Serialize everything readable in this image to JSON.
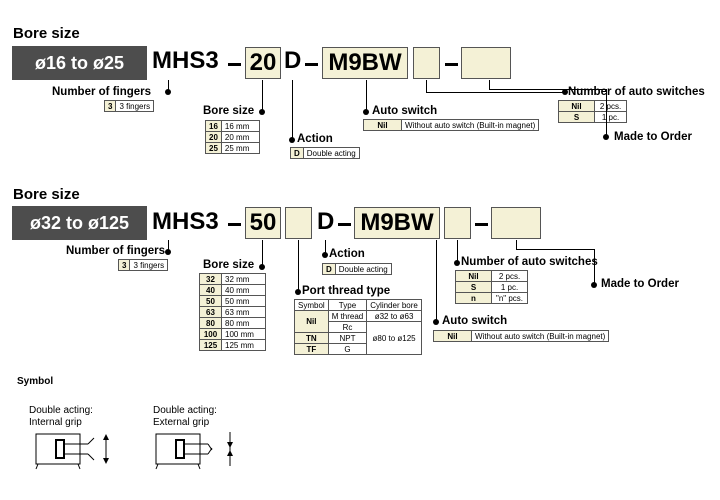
{
  "section1": {
    "bore_label": "Bore size",
    "range": "ø16 to ø25",
    "model": "MHS3",
    "bore_code": "20",
    "action_code": "D",
    "switch_code": "M9BW",
    "fingers_label": "Number of fingers",
    "fingers": {
      "code": "3",
      "desc": "3 fingers"
    },
    "bore_size_label": "Bore size",
    "bores": [
      {
        "code": "16",
        "desc": "16 mm"
      },
      {
        "code": "20",
        "desc": "20 mm"
      },
      {
        "code": "25",
        "desc": "25 mm"
      }
    ],
    "action_label": "Action",
    "action": {
      "code": "D",
      "desc": "Double acting"
    },
    "auto_switch_label": "Auto switch",
    "auto_switch": {
      "code": "Nil",
      "desc": "Without auto switch (Built-in magnet)"
    },
    "num_switches_label": "Number of auto switches",
    "num_switches": [
      {
        "code": "Nil",
        "desc": "2 pcs."
      },
      {
        "code": "S",
        "desc": "1 pc."
      }
    ],
    "mto_label": "Made to Order"
  },
  "section2": {
    "bore_label": "Bore size",
    "range": "ø32 to ø125",
    "model": "MHS3",
    "bore_code": "50",
    "action_code": "D",
    "switch_code": "M9BW",
    "fingers_label": "Number of fingers",
    "fingers": {
      "code": "3",
      "desc": "3 fingers"
    },
    "bore_size_label": "Bore size",
    "bores": [
      {
        "code": "32",
        "desc": "32 mm"
      },
      {
        "code": "40",
        "desc": "40 mm"
      },
      {
        "code": "50",
        "desc": "50 mm"
      },
      {
        "code": "63",
        "desc": "63 mm"
      },
      {
        "code": "80",
        "desc": "80 mm"
      },
      {
        "code": "100",
        "desc": "100 mm"
      },
      {
        "code": "125",
        "desc": "125 mm"
      }
    ],
    "action_label": "Action",
    "action": {
      "code": "D",
      "desc": "Double acting"
    },
    "port_label": "Port thread type",
    "port_headers": [
      "Symbol",
      "Type",
      "Cylinder bore"
    ],
    "port_rows": {
      "nil": "Nil",
      "m_thread": "M thread",
      "m_bore": "ø32 to ø63",
      "rc": "Rc",
      "tn": "TN",
      "npt": "NPT",
      "big_bore": "ø80 to ø125",
      "tf": "TF",
      "g": "G"
    },
    "auto_switch_label": "Auto switch",
    "auto_switch": {
      "code": "Nil",
      "desc": "Without auto switch (Built-in magnet)"
    },
    "num_switches_label": "Number of auto switches",
    "num_switches": [
      {
        "code": "Nil",
        "desc": "2 pcs."
      },
      {
        "code": "S",
        "desc": "1 pc."
      },
      {
        "code": "n",
        "desc": "\"n\" pcs."
      }
    ],
    "mto_label": "Made to Order"
  },
  "symbol": {
    "title": "Symbol",
    "internal": {
      "line1": "Double acting:",
      "line2": "Internal grip"
    },
    "external": {
      "line1": "Double acting:",
      "line2": "External grip"
    }
  }
}
